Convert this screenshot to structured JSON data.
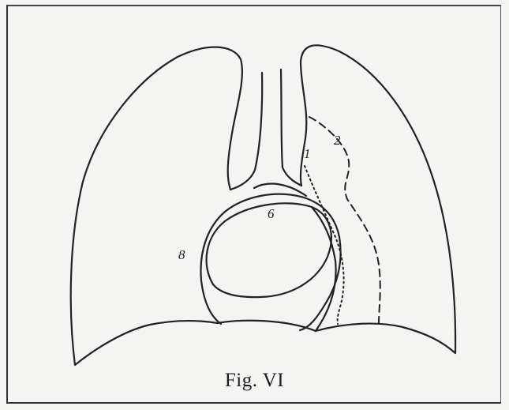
{
  "caption": "Fig. VI",
  "labels": {
    "contour_1": "1",
    "contour_2": "2",
    "contour_6": "6",
    "contour_8": "8"
  },
  "colors": {
    "ink": "#222222",
    "paper": "#f4f4f2"
  }
}
